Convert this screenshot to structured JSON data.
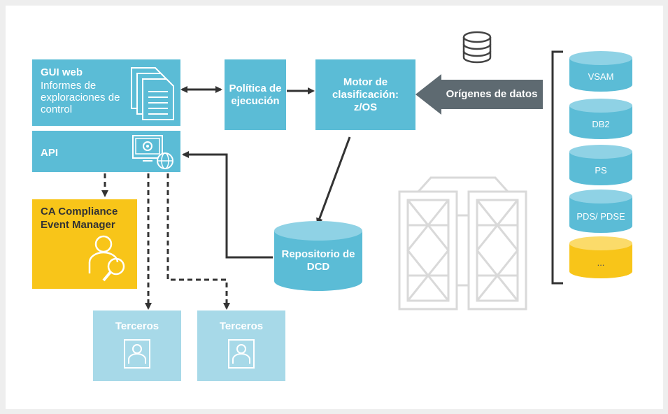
{
  "gui": {
    "title": "GUI web",
    "subtitle": "Informes de exploraciones de control"
  },
  "api": {
    "title": "API"
  },
  "policy": {
    "label": "Política de ejecución"
  },
  "engine": {
    "label": "Motor de clasificación: z/OS"
  },
  "sources": {
    "label": "Orígenes de datos"
  },
  "repository": {
    "label": "Repositorio de DCD"
  },
  "ca": {
    "label": "CA Compliance Event Manager"
  },
  "third_parties": [
    "Terceros",
    "Terceros"
  ],
  "datasets": [
    "VSAM",
    "DB2",
    "PS",
    "PDS/ PDSE",
    "..."
  ],
  "colors": {
    "teal": "#5bbcd6",
    "pale_teal": "#a7d9e8",
    "yellow": "#f8c519",
    "arrow_dark": "#333333",
    "source_arrow": "#5e6a71",
    "mainframe_outline": "#d9d9d9"
  }
}
